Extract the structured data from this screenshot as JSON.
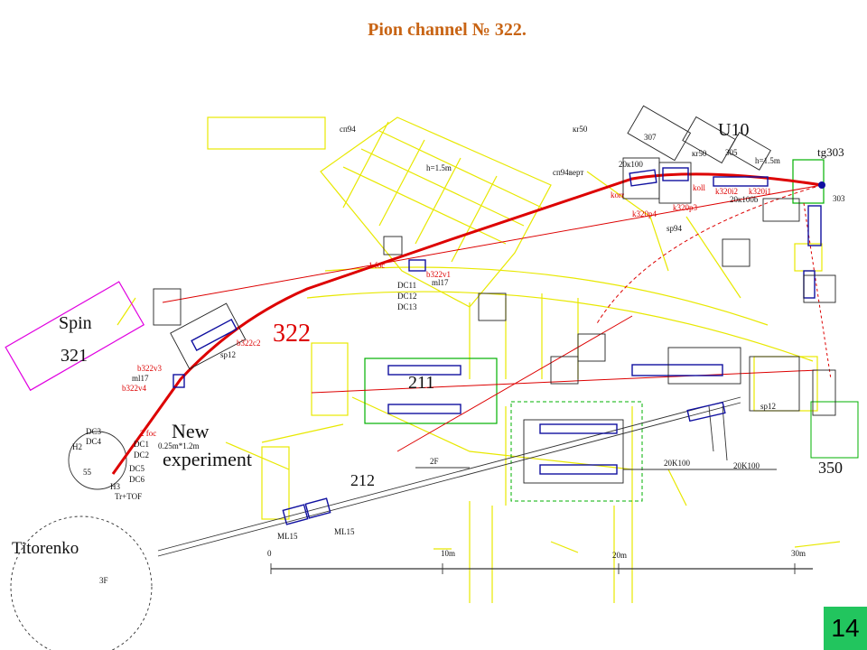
{
  "title": "Pion channel № 322.",
  "page_number": "14",
  "colors": {
    "beam": "#dd0000",
    "magnet": "#1010a0",
    "yellow": "#e8e800",
    "green": "#00b000",
    "pink": "#e000e0",
    "title": "#c86414"
  },
  "labels": {
    "u10": "U10",
    "tg303": "tg303",
    "n303": "303",
    "n307": "307",
    "n305": "305",
    "h15a": "h=1.5m",
    "h15b": "h=1.5m",
    "sp94": "сп94",
    "sp94v": "сп94верт",
    "kr50": "кr50",
    "kr50b": "кr50",
    "k20k100": "20к100",
    "k20k100b": "20к100b",
    "kor": "korr",
    "koll": "koll",
    "k320i2": "k320i2",
    "k320i1": "k320i1",
    "k320p3": "k320p3",
    "k320p4": "k320p4",
    "sp94b": "sp94",
    "foc1": "1 foc",
    "b322v1": "b322v1",
    "ml17a": "ml17",
    "dc11": "DC11",
    "dc12": "DC12",
    "dc13": "DC13",
    "n322": "322",
    "b322c2": "b322c2",
    "sp12a": "sp12",
    "sp12b": "sp12",
    "spin": "Spin",
    "n321": "321",
    "b322v3": "b322v3",
    "ml17b": "ml17",
    "b322v4": "b322v4",
    "dc3": "DC3",
    "dc4": "DC4",
    "h2": "H2",
    "foc2": "2 foc",
    "dc1": "DC1",
    "dc2": "DC2",
    "dc5": "DC5",
    "dc6": "DC6",
    "n55": "55",
    "h3": "H3",
    "trtof": "Tr+TOF",
    "new": "New",
    "experiment": "experiment",
    "size": "0.25m*1.2m",
    "n211": "211",
    "n212": "212",
    "n350": "350",
    "f2": "2F",
    "f3": "3F",
    "k20K100a": "20K100",
    "k20K100b": "20K100",
    "ml15a": "ML15",
    "ml15b": "ML15",
    "titorenko": "Titorenko",
    "s0": "0",
    "s10": "10m",
    "s20": "20m",
    "s30": "30m"
  }
}
